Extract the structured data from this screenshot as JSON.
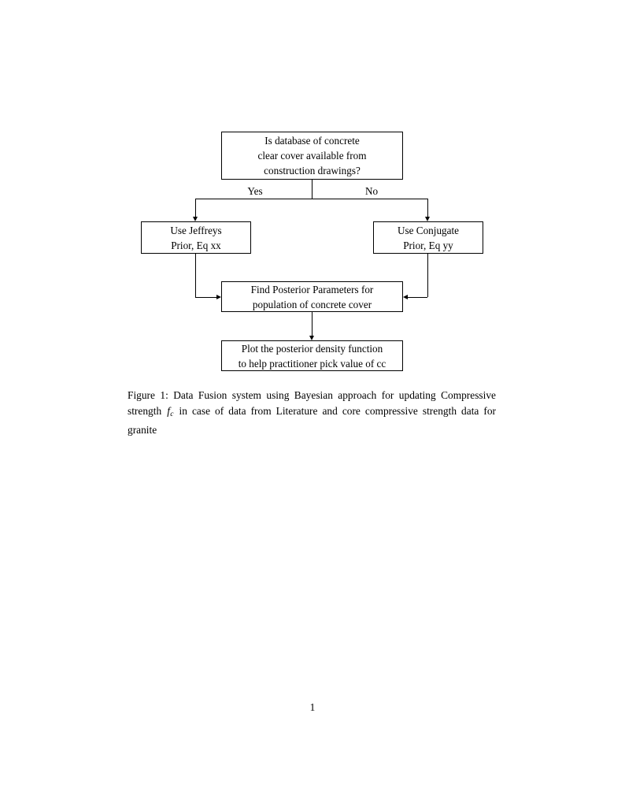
{
  "page": {
    "number": "1",
    "background_color": "#ffffff",
    "text_color": "#000000"
  },
  "figure": {
    "boxes": {
      "question": {
        "line1": "Is database of concrete",
        "line2": "clear cover available from",
        "line3": "construction drawings?"
      },
      "jeffreys": {
        "line1": "Use Jeffreys",
        "line2": "Prior, Eq xx"
      },
      "conjugate": {
        "line1": "Use Conjugate",
        "line2": "Prior, Eq yy"
      },
      "posterior": {
        "line1": "Find Posterior Parameters for",
        "line2": "population of concrete cover"
      },
      "plot": {
        "line1": "Plot the posterior density function",
        "line2": "to help practitioner pick value of cc"
      }
    },
    "branch_labels": {
      "yes": "Yes",
      "no": "No"
    },
    "line_color": "#000000"
  },
  "caption": {
    "label": "Figure 1:",
    "text_before_math": " Data Fusion system using Bayesian approach for updating Compressive strength ",
    "math_base": "f",
    "math_sub": "c",
    "text_after_math": " in case of data from Literature and core compressive strength data for granite"
  }
}
